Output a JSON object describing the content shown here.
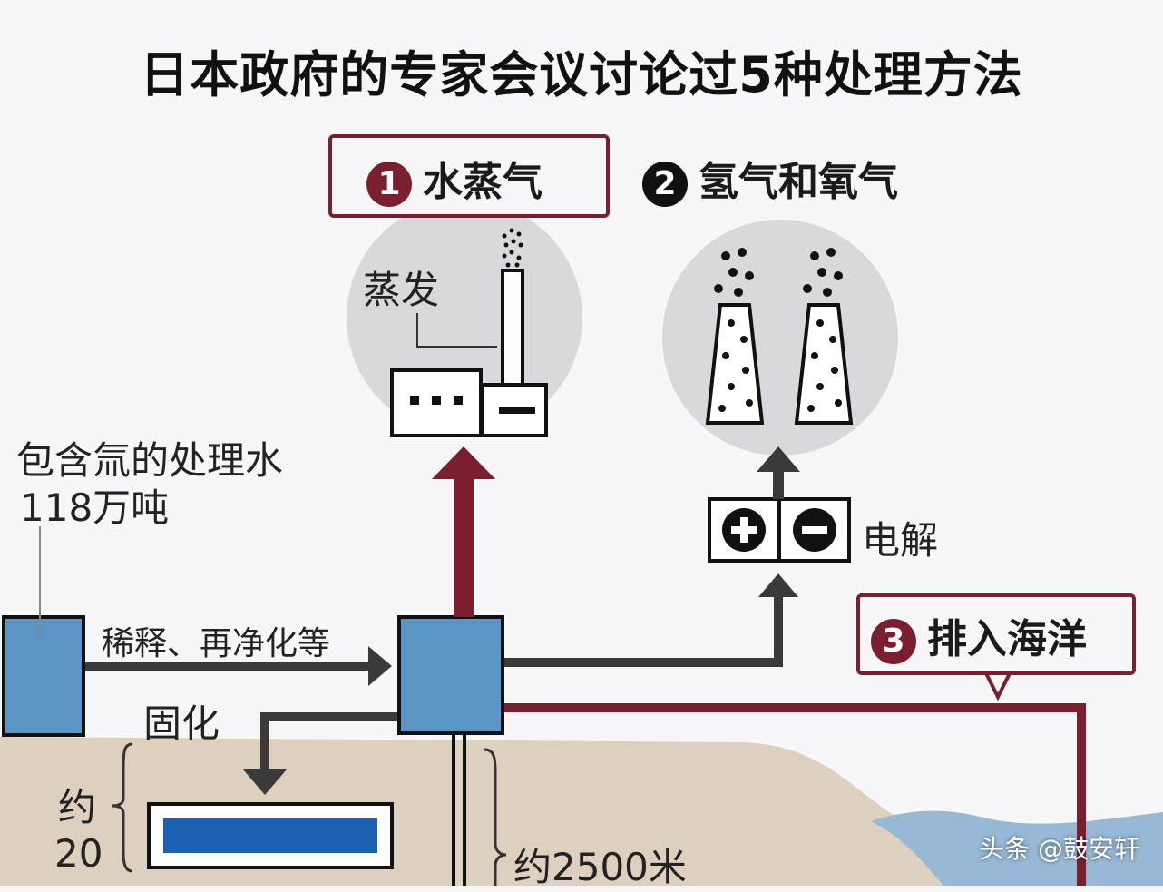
{
  "title": "日本政府的专家会议讨论过5种处理方法",
  "methods": {
    "m1": {
      "num": "1",
      "label": "水蒸气"
    },
    "m2": {
      "num": "2",
      "label": "氢气和氧气"
    },
    "m3": {
      "num": "3",
      "label": "排入海洋"
    }
  },
  "labels": {
    "evaporate": "蒸发",
    "tank_line1": "包含氚的处理水",
    "tank_line2": "118万吨",
    "dilute": "稀释、再净化等",
    "solidify": "固化",
    "electrolysis": "电解",
    "depth_left_1": "约",
    "depth_left_2": "20",
    "depth_right": "约2500米"
  },
  "icons": {
    "plus": "plus-icon",
    "minus": "minus-icon"
  },
  "colors": {
    "accent_red": "#7b1f2e",
    "tank_blue": "#5b94c6",
    "ground": "#ddd0bf",
    "sea": "#97b9d6",
    "arrow_dark": "#3a3a3a"
  },
  "watermark": "头条 @鼓安轩"
}
